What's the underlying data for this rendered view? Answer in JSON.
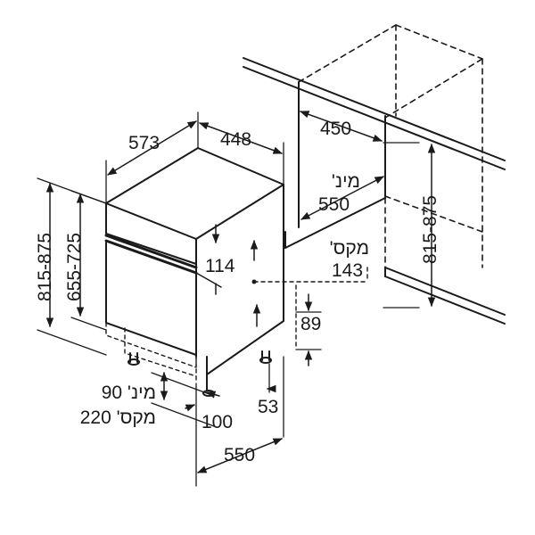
{
  "colors": {
    "line": "#1a1a1a",
    "background": "#ffffff"
  },
  "dimensions": {
    "cabinet_depth": "573",
    "cabinet_width": "448",
    "niche_width": "450",
    "niche_depth_min_label": "מינ'",
    "niche_depth_min_value": "550",
    "niche_height_range": "815-875",
    "height_range": "815-875",
    "door_height_range": "655-725",
    "panel_height": "114",
    "offset_max_label": "מקס'",
    "offset_max_value": "143",
    "plinth_depth": "89",
    "foot_offset": "53",
    "foot_setback": "100",
    "plinth_min": "מינ' 90",
    "plinth_max": "מקס' 220",
    "total_depth": "550"
  }
}
